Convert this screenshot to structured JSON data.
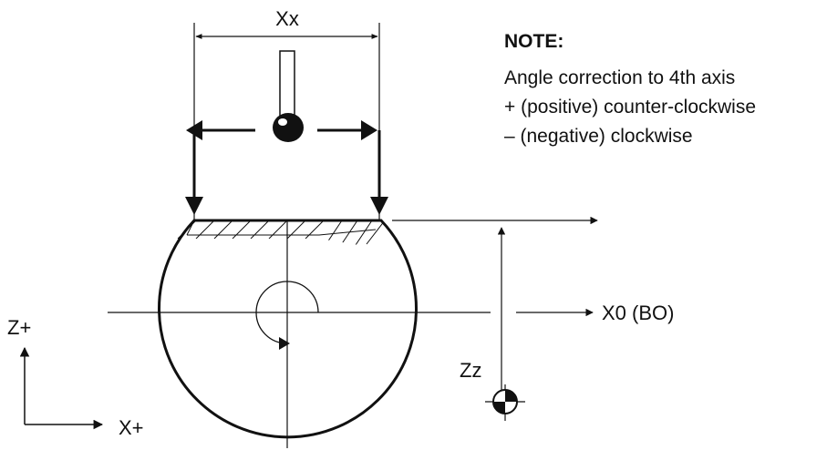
{
  "labels": {
    "xx": "Xx",
    "zz": "Zz",
    "x0": "X0 (BO)",
    "z_plus": "Z+",
    "x_plus": "X+"
  },
  "note": {
    "title": "NOTE:",
    "lines": [
      "Angle correction to 4th axis",
      "+ (positive) counter-clockwise",
      "– (negative) clockwise"
    ]
  },
  "colors": {
    "ink": "#111111",
    "background": "#ffffff"
  }
}
